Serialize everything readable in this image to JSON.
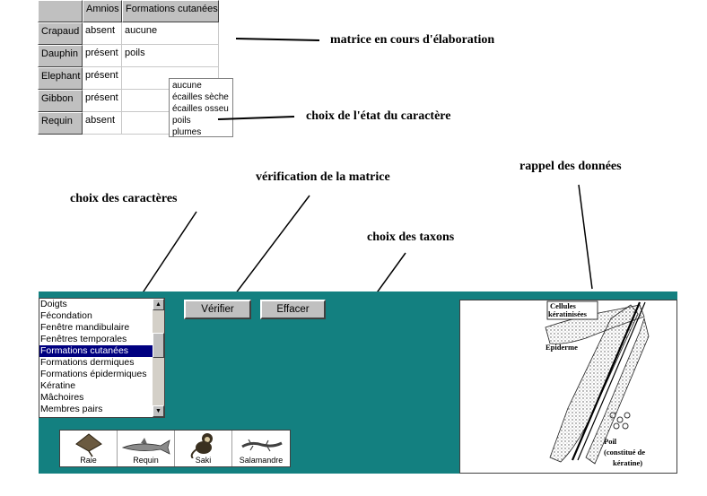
{
  "matrix": {
    "headers": [
      "Amnios",
      "Formations cutanées"
    ],
    "rows": [
      {
        "taxon": "Crapaud",
        "amnios": "absent",
        "formations": "aucune"
      },
      {
        "taxon": "Dauphin",
        "amnios": "présent",
        "formations": "poils"
      },
      {
        "taxon": "Elephant",
        "amnios": "présent",
        "formations": ""
      },
      {
        "taxon": "Gibbon",
        "amnios": "présent",
        "formations": ""
      },
      {
        "taxon": "Requin",
        "amnios": "absent",
        "formations": ""
      }
    ]
  },
  "dropdown": {
    "options": [
      "aucune",
      "écailles sèche",
      "écailles osseu",
      "poils",
      "plumes"
    ]
  },
  "annotations": {
    "matrix": "matrice en cours d'élaboration",
    "state": "choix de l'état du caractère",
    "verify": "vérification de la matrice",
    "characters": "choix des caractères",
    "taxa": "choix des taxons",
    "recall": "rappel des données"
  },
  "characters": {
    "items": [
      "Doigts",
      "Fécondation",
      "Fenêtre mandibulaire",
      "Fenêtres temporales",
      "Formations cutanées",
      "Formations dermiques",
      "Formations épidermiques",
      "Kératine",
      "Mâchoires",
      "Membres pairs"
    ],
    "selected_index": 4
  },
  "buttons": {
    "verify": "Vérifier",
    "clear": "Effacer"
  },
  "taxa": [
    "Raie",
    "Requin",
    "Saki",
    "Salamandre"
  ],
  "figure": {
    "labels": {
      "cells": "Cellules",
      "keratinized": "kératinisées",
      "epidermis": "Epiderme",
      "hair": "Poil",
      "hair_note1": "(constitué de",
      "hair_note2": "kératine)"
    }
  },
  "colors": {
    "panel": "#138080",
    "selection": "#000080",
    "button_face": "#c0c0c0"
  }
}
